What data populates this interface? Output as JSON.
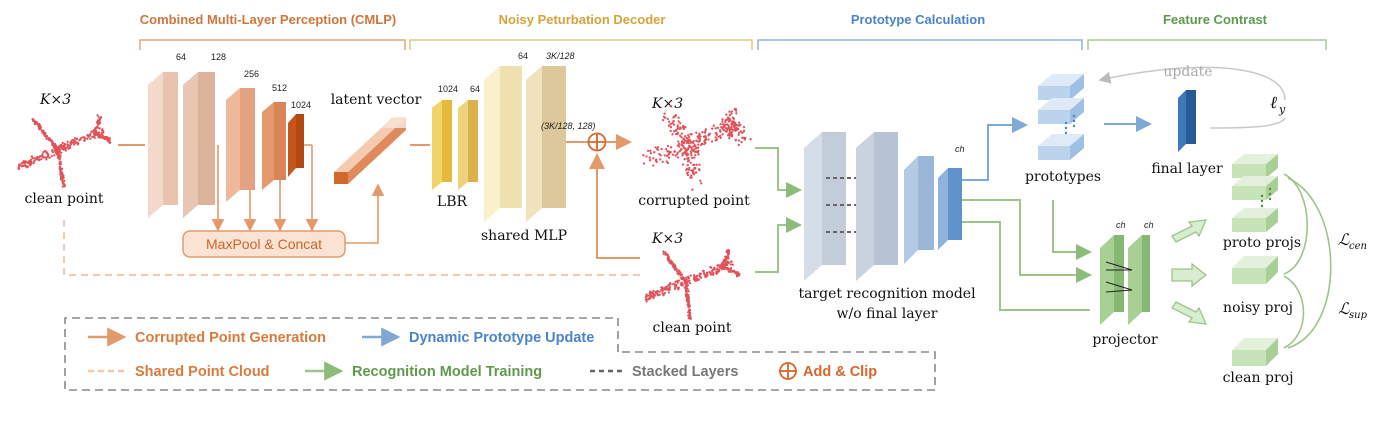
{
  "sections": {
    "cmlp": "Combined Multi-Layer Perception (CMLP)",
    "decoder": "Noisy Peturbation Decoder",
    "prototype": "Prototype Calculation",
    "contrast": "Feature Contrast"
  },
  "input": {
    "dims": "K×3",
    "label": "clean point"
  },
  "cmlp_layers": [
    "64",
    "128",
    "256",
    "512",
    "1024"
  ],
  "latent": "latent vector",
  "maxpool": "MaxPool & Concat",
  "lbr": {
    "sizes": [
      "1024",
      "64"
    ],
    "label": "LBR"
  },
  "shared_mlp": {
    "sizes": [
      "64",
      "3K/128"
    ],
    "label": "shared MLP"
  },
  "reshape": "(3K/128, 128)",
  "corrupted": {
    "dims": "K×3",
    "label": "corrupted point"
  },
  "clean2": {
    "dims": "K×3",
    "label": "clean point"
  },
  "model": {
    "line1": "target recognition model",
    "line2": "w/o final layer",
    "ch": "ch"
  },
  "prototypes": "prototypes",
  "update": "update",
  "final_layer": "final layer",
  "loss_y": "ℓ",
  "loss_y_sub": "y",
  "projector": {
    "label": "projector",
    "ch1": "ch",
    "ch2": "ch"
  },
  "proj_outputs": [
    "proto projs",
    "noisy proj",
    "clean proj"
  ],
  "losses": [
    {
      "symbol": "ℒ",
      "sub": "cen"
    },
    {
      "symbol": "ℒ",
      "sub": "sup"
    }
  ],
  "legend": [
    {
      "label": "Corrupted Point Generation",
      "color": "#e39a6b"
    },
    {
      "label": "Dynamic Prototype Update",
      "color": "#7fa8d4"
    },
    {
      "label": "Shared Point Cloud",
      "color": "#f2c9ad"
    },
    {
      "label": "Recognition Model Training",
      "color": "#9cc58a"
    },
    {
      "label": "Stacked Layers",
      "color": "#666666"
    },
    {
      "label": "Add & Clip",
      "color": "#d9652a"
    }
  ],
  "colors": {
    "orange": "#d97a3d",
    "gold": "#d8a23b",
    "blue": "#5b8fcc",
    "green": "#6aa657"
  }
}
